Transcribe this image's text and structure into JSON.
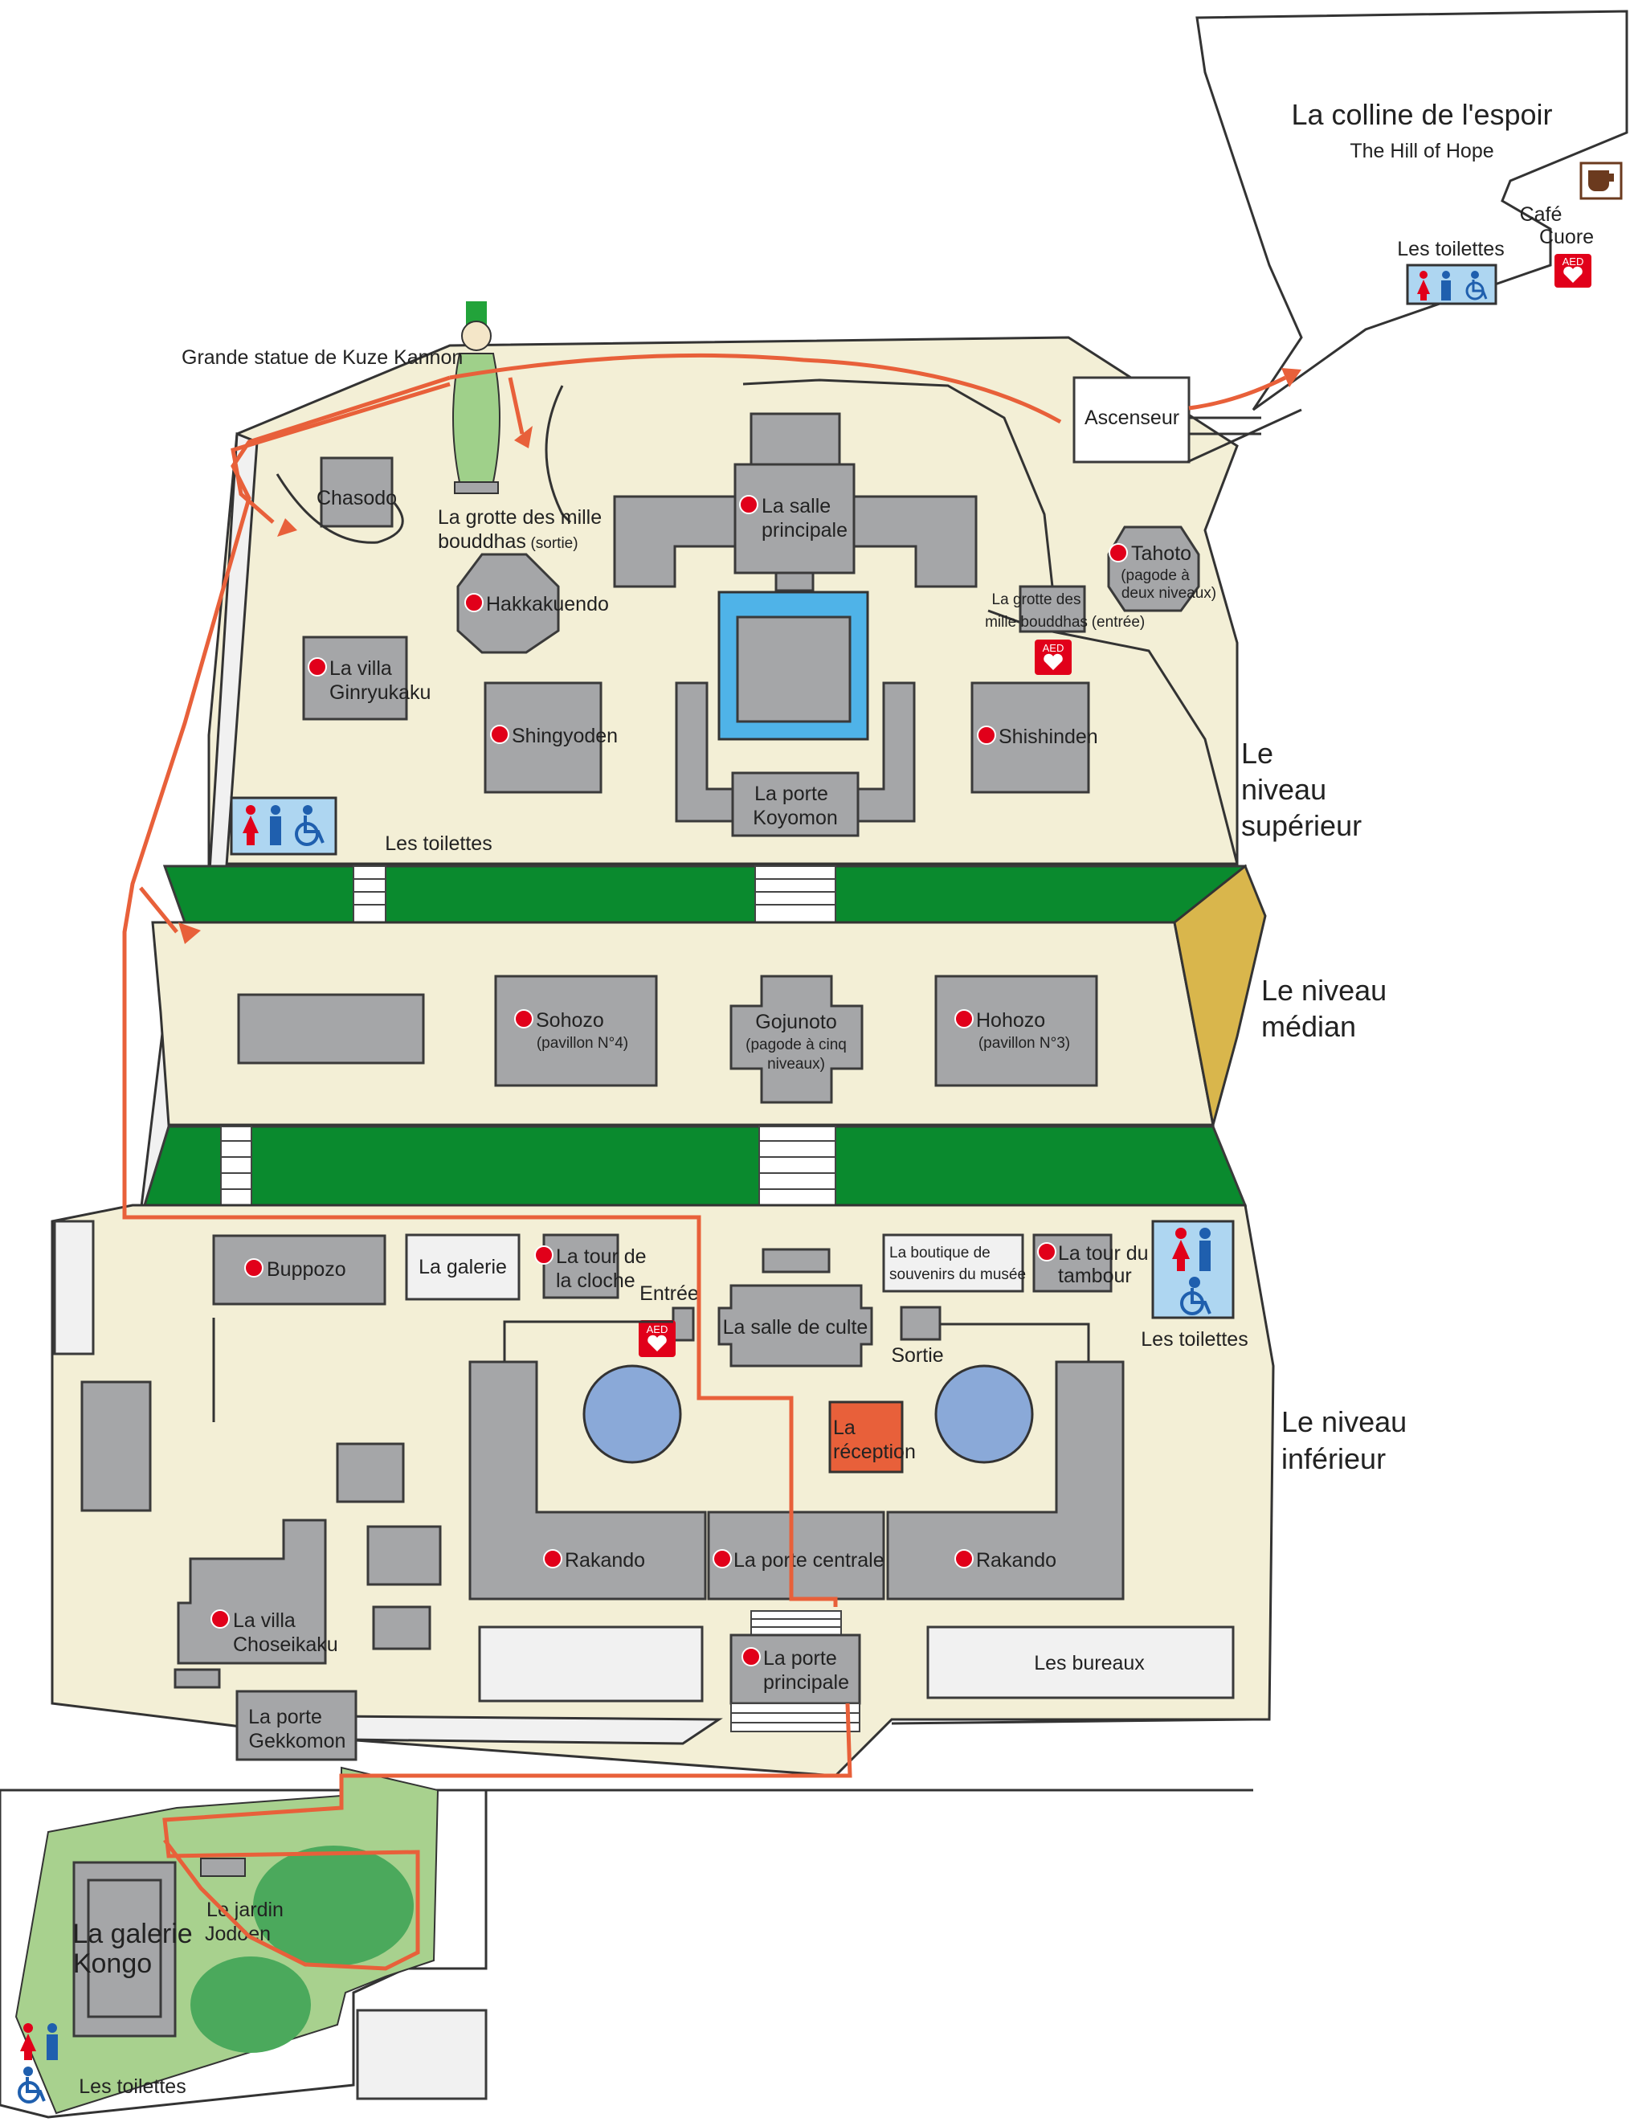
{
  "colors": {
    "terrace": "#f3efd6",
    "building": "#a5a6a8",
    "hedge": "#0a8a2e",
    "route": "#e8603a",
    "poi_dot": "#e1001a",
    "pond": "#8aa9d8",
    "water_basin": "#4fb3e8",
    "slope": "#d9b64c",
    "reception": "#e8603a",
    "garden": "#a8d18e",
    "toilet_bg": "#aed6f1"
  },
  "labels": {
    "hill_of_hope_fr": "La colline de l'espoir",
    "hill_of_hope_en": "The Hill of Hope",
    "cafe_line1": "Café",
    "cafe_line2": "Cuore",
    "toilets": "Les toilettes",
    "elevator": "Ascenseur",
    "kannon_statue": "Grande statue de Kuze Kannon",
    "chasodo": "Chasodo",
    "grotte_exit_line1": "La grotte des mille",
    "grotte_exit_line2": "bouddhas",
    "grotte_exit_note": "(sortie)",
    "hakkakuendo": "Hakkakuendo",
    "salle_principale_line1": "La salle",
    "salle_principale_line2": "principale",
    "tahoto": "Tahoto",
    "tahoto_note1": "(pagode à",
    "tahoto_note2": "deux niveaux)",
    "grotte_entry_line1": "La grotte des",
    "grotte_entry_line2": "mille bouddhas",
    "grotte_entry_note": "(entrée)",
    "ginryukaku_line1": "La villa",
    "ginryukaku_line2": "Ginryukaku",
    "shingyoden": "Shingyoden",
    "koyomon_line1": "La porte",
    "koyomon_line2": "Koyomon",
    "shishinden": "Shishinden",
    "upper_level_line1": "Le",
    "upper_level_line2": "niveau",
    "upper_level_line3": "supérieur",
    "middle_level_line1": "Le niveau",
    "middle_level_line2": "médian",
    "sohozo": "Sohozo",
    "sohozo_note": "(pavillon N°4)",
    "gojunoto": "Gojunoto",
    "gojunoto_note1": "(pagode à cinq",
    "gojunoto_note2": "niveaux)",
    "hohozo": "Hohozo",
    "hohozo_note": "(pavillon N°3)",
    "buppozo": "Buppozo",
    "gallery": "La galerie",
    "bell_tower_line1": "La tour de",
    "bell_tower_line2": "la cloche",
    "museum_shop_line1": "La boutique de",
    "museum_shop_line2": "souvenirs du musée",
    "drum_tower_line1": "La tour du",
    "drum_tower_line2": "tambour",
    "entrance": "Entrée",
    "worship_hall": "La salle de culte",
    "exit": "Sortie",
    "reception_line1": "La",
    "reception_line2": "réception",
    "lower_level_line1": "Le niveau",
    "lower_level_line2": "inférieur",
    "rakando": "Rakando",
    "central_gate": "La porte centrale",
    "choseikaku_line1": "La villa",
    "choseikaku_line2": "Choseikaku",
    "main_gate_line1": "La porte",
    "main_gate_line2": "principale",
    "offices": "Les bureaux",
    "gekkomon_line1": "La porte",
    "gekkomon_line2": "Gekkomon",
    "kongo_line1": "La galerie",
    "kongo_line2": "Kongo",
    "jodoen_line1": "Le jardin",
    "jodoen_line2": "Jodoen",
    "aed": "AED"
  },
  "icons": {
    "toilet_women": "toilet-women-icon",
    "toilet_men": "toilet-men-icon",
    "wheelchair": "wheelchair-icon",
    "cafe": "coffee-cup-icon",
    "aed": "aed-heart-icon",
    "route_arrow": "route-arrow-icon"
  }
}
